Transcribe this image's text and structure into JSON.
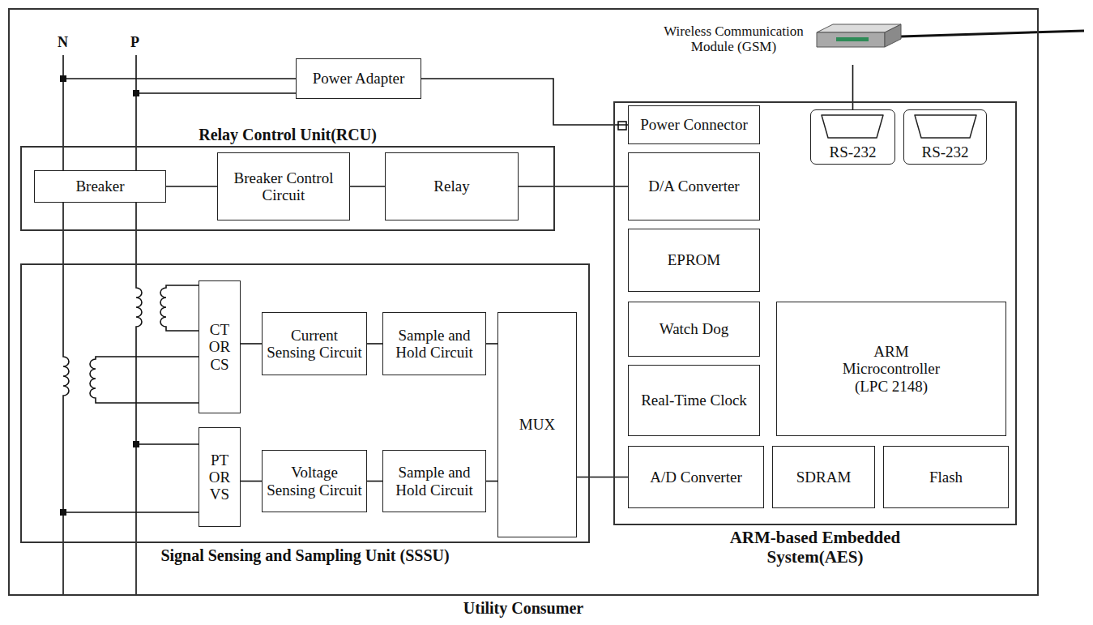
{
  "diagram": {
    "nodes": [
      {
        "text": [
          "Utility Consumer"
        ]
      },
      {
        "text": [
          "Power Adapter"
        ],
        "in": 0
      },
      {
        "text": [
          "Wireless Communication Module (GSM)"
        ],
        "in": 0
      },
      {
        "text": [
          "Relay Control Unit(RCU)"
        ],
        "in": 0
      },
      {
        "text": [
          "Breaker"
        ],
        "in": 3
      },
      {
        "text": [
          "Breaker Control Circuit"
        ],
        "in": 3
      },
      {
        "text": [
          "Relay"
        ],
        "in": 3
      },
      {
        "text": [
          "Signal Sensing and Sampling Unit (SSSU)"
        ],
        "in": 0
      },
      {
        "text": [
          "CT OR CS"
        ],
        "in": 7
      },
      {
        "text": [
          "Current Sensing Circuit"
        ],
        "in": 7
      },
      {
        "text": [
          "Sample and Hold Circuit"
        ],
        "in": 7
      },
      {
        "text": [
          "MUX"
        ],
        "in": 7
      },
      {
        "text": [
          "PT OR VS"
        ],
        "in": 7
      },
      {
        "text": [
          "Voltage Sensing Circuit"
        ],
        "in": 7
      },
      {
        "text": [
          "Sample and Hold Circuit"
        ],
        "in": 7
      },
      {
        "text": [
          "ARM-based Embedded System(AES)"
        ],
        "in": 0
      },
      {
        "text": [
          "Power Connector"
        ],
        "in": 15
      },
      {
        "text": [
          "D/A Converter"
        ],
        "in": 15
      },
      {
        "text": [
          "EPROM"
        ],
        "in": 15
      },
      {
        "text": [
          "Watch Dog"
        ],
        "in": 15
      },
      {
        "text": [
          "Real-Time Clock"
        ],
        "in": 15
      },
      {
        "text": [
          "ARM Microcontroller (LPC 2148)"
        ],
        "in": 15
      },
      {
        "text": [
          "A/D Converter"
        ],
        "in": 15
      },
      {
        "text": [
          "SDRAM"
        ],
        "in": 15
      },
      {
        "text": [
          "Flash"
        ],
        "in": 15
      },
      {
        "text": [
          "RS-232"
        ],
        "in": 15
      },
      {
        "text": [
          "RS-232"
        ],
        "in": 15
      }
    ],
    "edges": [
      {
        "from": 1,
        "to": 16,
        "arrow": "none"
      },
      {
        "from": 2,
        "to": 25,
        "arrow": "none"
      },
      {
        "from": 4,
        "to": 5,
        "arrow": "none"
      },
      {
        "from": 5,
        "to": 6,
        "arrow": "none"
      },
      {
        "from": 6,
        "to": 17,
        "arrow": "none"
      },
      {
        "from": 8,
        "to": 9,
        "arrow": "none"
      },
      {
        "from": 9,
        "to": 10,
        "arrow": "none"
      },
      {
        "from": 10,
        "to": 11,
        "arrow": "none"
      },
      {
        "from": 12,
        "to": 13,
        "arrow": "none"
      },
      {
        "from": 13,
        "to": 14,
        "arrow": "none"
      },
      {
        "from": 14,
        "to": 11,
        "arrow": "none"
      },
      {
        "from": 11,
        "to": 22,
        "arrow": "none"
      }
    ],
    "labels": [
      "N",
      "P"
    ]
  }
}
